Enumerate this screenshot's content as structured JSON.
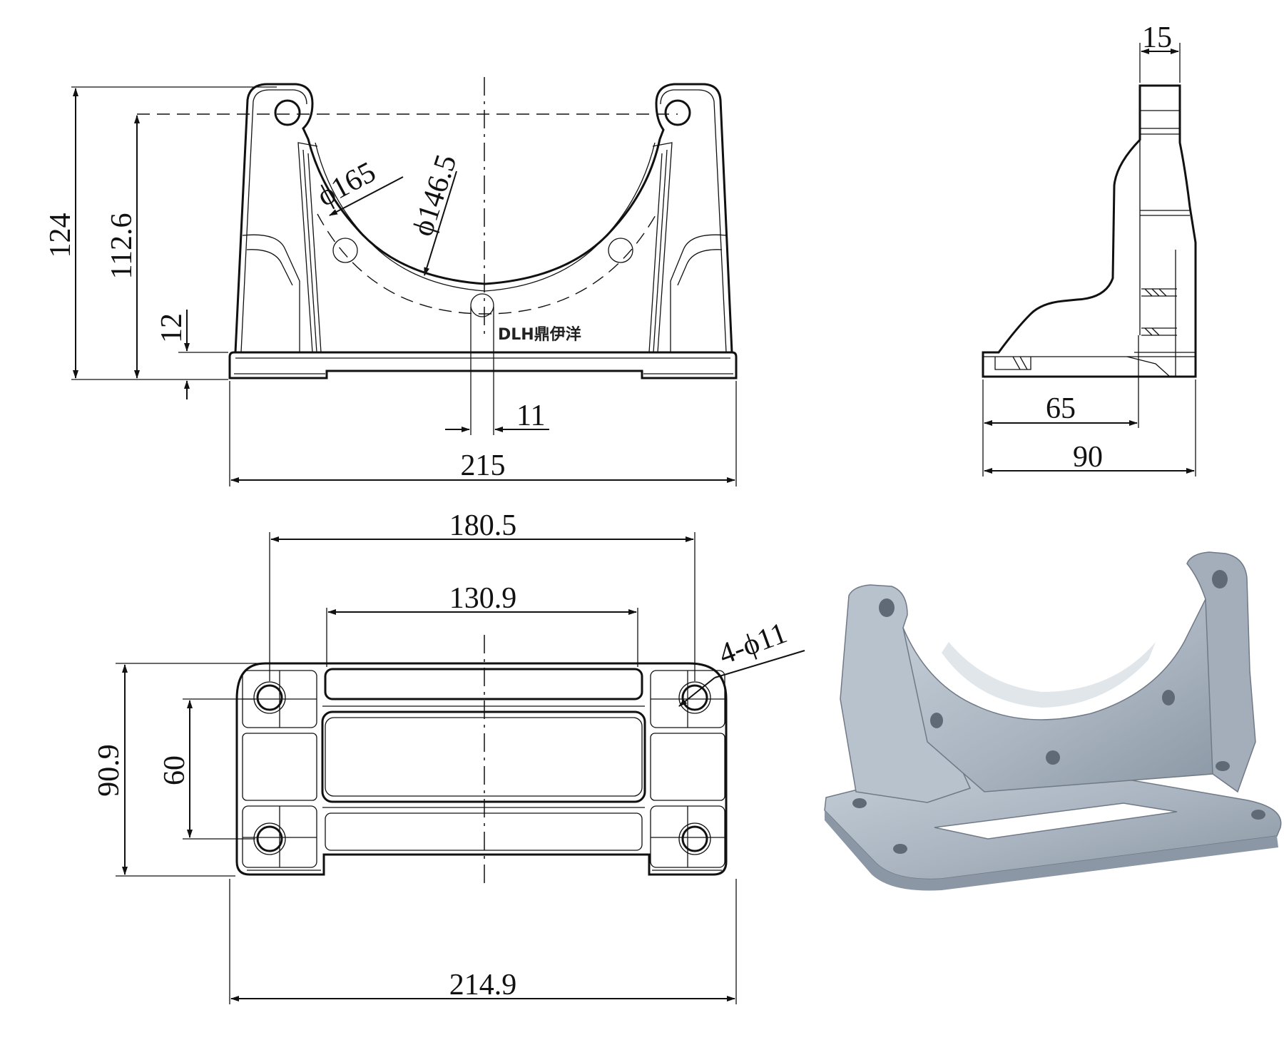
{
  "front_view": {
    "dim_height_total": "124",
    "dim_height_holes": "112.6",
    "dim_base_thickness": "12",
    "dim_slot": "11",
    "dim_width": "215",
    "dim_outer_dia": "ϕ165",
    "dim_inner_dia": "ϕ146.5",
    "logo_text": "DLH鼎伊洋"
  },
  "side_view": {
    "dim_top": "15",
    "dim_mid": "65",
    "dim_depth": "90"
  },
  "top_view": {
    "dim_hole_span": "180.5",
    "dim_slot_span": "130.9",
    "dim_holes": "4-ϕ11",
    "dim_depth": "90.9",
    "dim_hole_pitch": "60",
    "dim_width": "214.9"
  },
  "render_3d": {
    "body_color": "#a9b4c0",
    "shade_color": "#7f8a96",
    "highlight_color": "#d4dbe2"
  }
}
